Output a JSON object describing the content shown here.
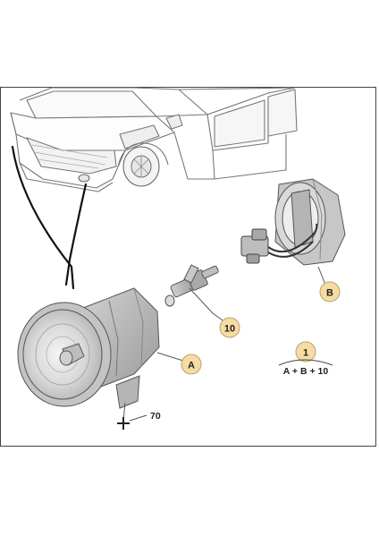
{
  "callouts": {
    "a": "A",
    "b": "B",
    "ten": "10",
    "seventy": "70",
    "kit_number": "1",
    "kit_formula": "A + B + 10"
  },
  "colors": {
    "callout_fill": "#f6dca3",
    "callout_stroke": "#b8a070",
    "line": "#555555",
    "lens": "#d8d8d8"
  }
}
